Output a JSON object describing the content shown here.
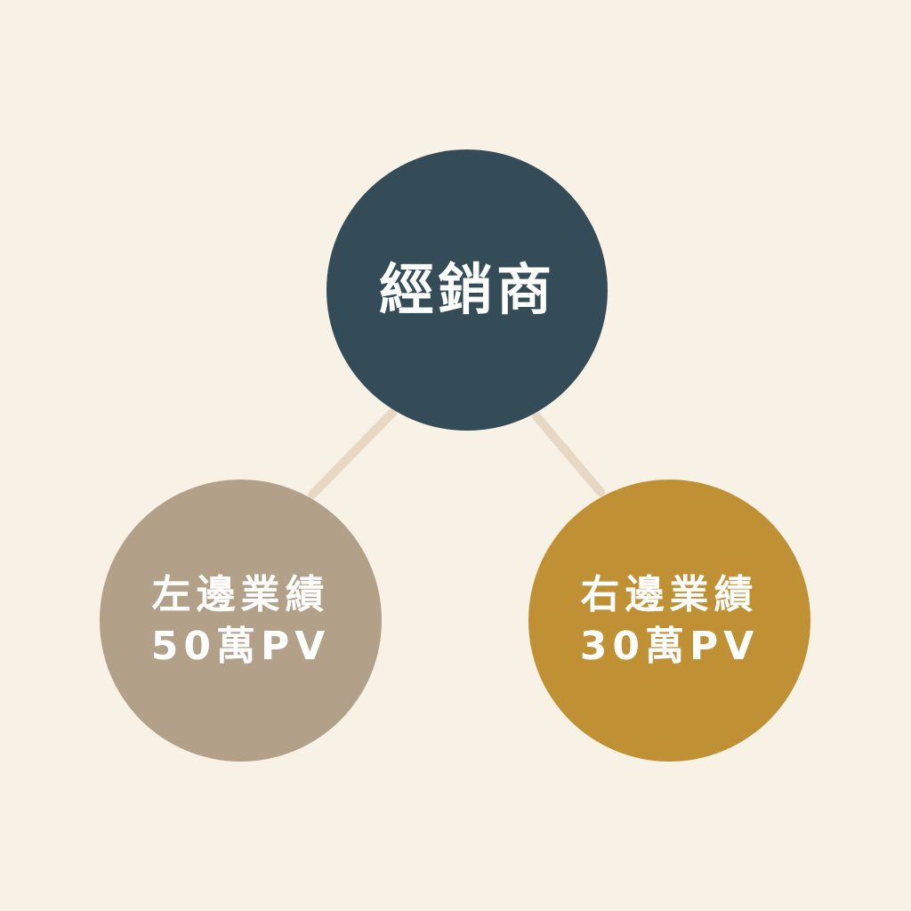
{
  "colors": {
    "background": "#f8f1e5",
    "connector": "#e6d8c3",
    "top_node": "#344c58",
    "left_node": "#b2a088",
    "right_node": "#c09134",
    "text": "#ffffff"
  },
  "top_node": {
    "label": "經銷商"
  },
  "left_node": {
    "title": "左邊業績",
    "value": "50萬PV"
  },
  "right_node": {
    "title": "右邊業績",
    "value": "30萬PV"
  }
}
